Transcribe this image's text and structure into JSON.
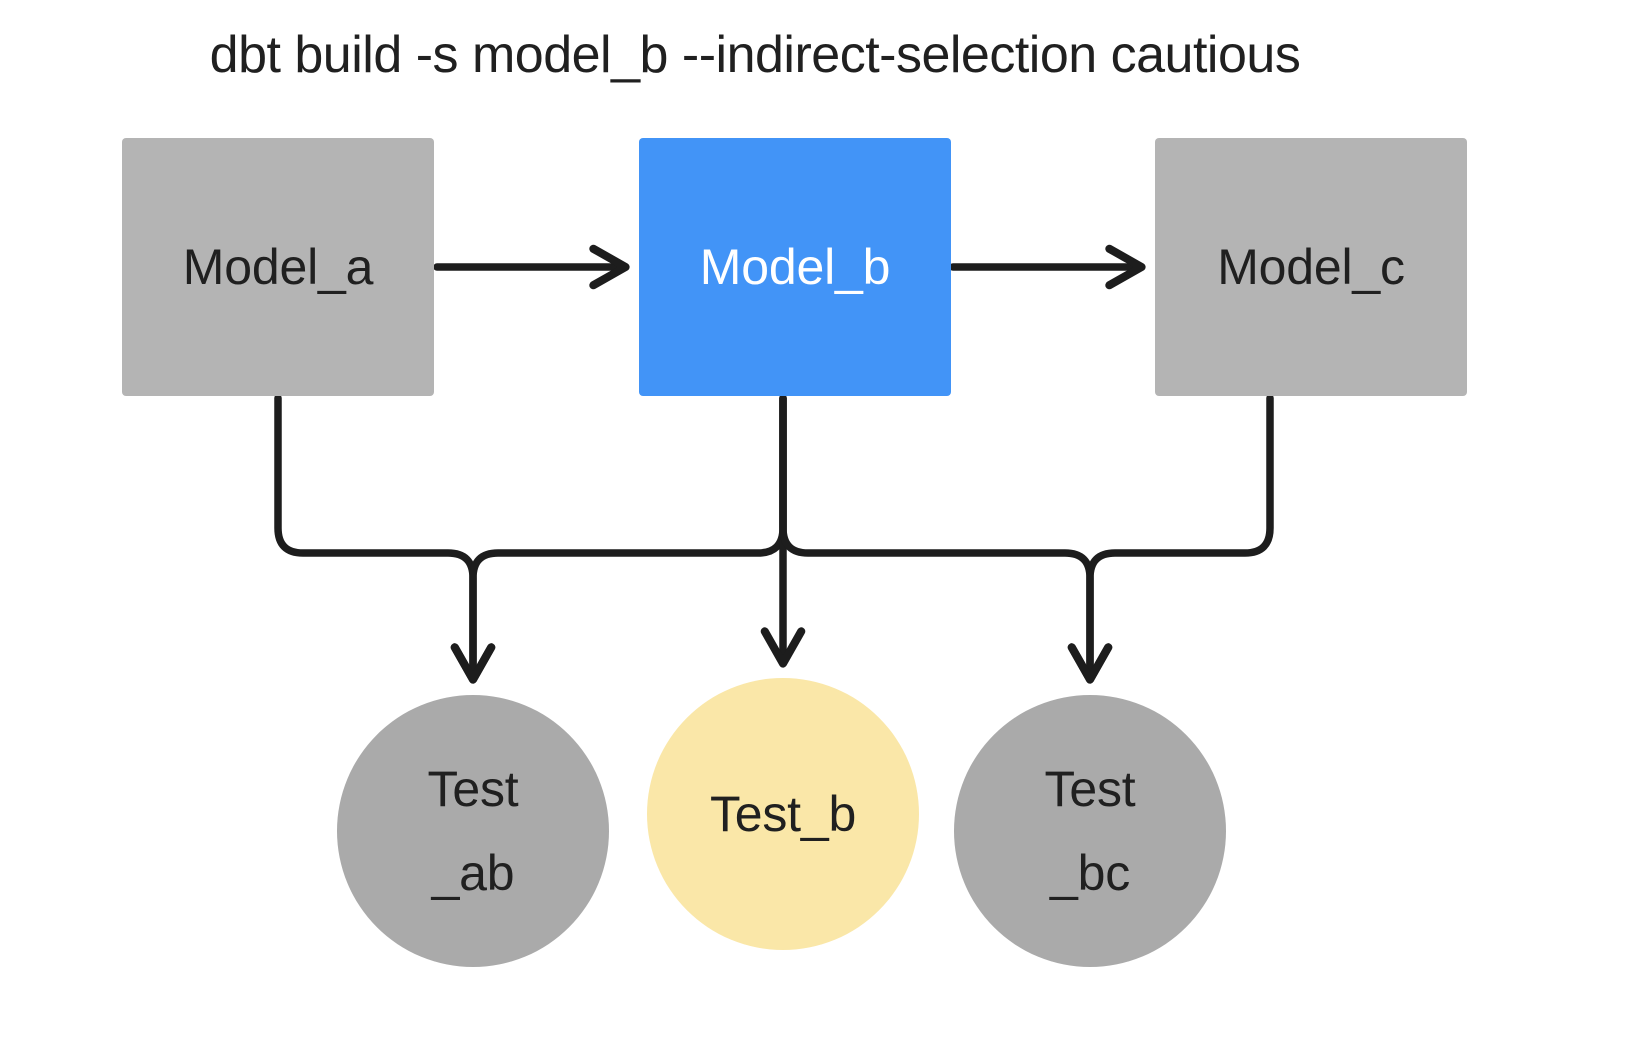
{
  "title": "dbt build -s model_b --indirect-selection cautious",
  "colors": {
    "background": "#ffffff",
    "model_default": "#b4b4b4",
    "model_selected": "#4294f7",
    "test_default": "#aaaaaa",
    "test_highlight": "#fae7a8",
    "edge": "#1d1d1d",
    "text_dark": "#202020",
    "text_light": "#ffffff"
  },
  "nodes": {
    "models": [
      {
        "id": "model_a",
        "label": "Model_a",
        "state": "unselected",
        "fill": "#b4b4b4",
        "text_color": "#202020"
      },
      {
        "id": "model_b",
        "label": "Model_b",
        "state": "selected",
        "fill": "#4294f7",
        "text_color": "#ffffff"
      },
      {
        "id": "model_c",
        "label": "Model_c",
        "state": "unselected",
        "fill": "#b4b4b4",
        "text_color": "#202020"
      }
    ],
    "tests": [
      {
        "id": "test_ab",
        "label_line1": "Test",
        "label_line2": "_ab",
        "state": "unselected",
        "fill": "#aaaaaa"
      },
      {
        "id": "test_b",
        "label_line1": "Test_b",
        "label_line2": "",
        "state": "selected",
        "fill": "#fae7a8"
      },
      {
        "id": "test_bc",
        "label_line1": "Test",
        "label_line2": "_bc",
        "state": "unselected",
        "fill": "#aaaaaa"
      }
    ]
  },
  "chart_data": {
    "type": "diagram",
    "title": "dbt build -s model_b --indirect-selection cautious",
    "nodes": [
      {
        "id": "model_a",
        "label": "Model_a",
        "shape": "rect",
        "fill": "#b4b4b4"
      },
      {
        "id": "model_b",
        "label": "Model_b",
        "shape": "rect",
        "fill": "#4294f7"
      },
      {
        "id": "model_c",
        "label": "Model_c",
        "shape": "rect",
        "fill": "#b4b4b4"
      },
      {
        "id": "test_ab",
        "label": "Test_ab",
        "shape": "circle",
        "fill": "#aaaaaa"
      },
      {
        "id": "test_b",
        "label": "Test_b",
        "shape": "circle",
        "fill": "#fae7a8"
      },
      {
        "id": "test_bc",
        "label": "Test_bc",
        "shape": "circle",
        "fill": "#aaaaaa"
      }
    ],
    "edges": [
      {
        "from": "model_a",
        "to": "model_b",
        "style": "arrow"
      },
      {
        "from": "model_b",
        "to": "model_c",
        "style": "arrow"
      },
      {
        "from": "model_a",
        "to": "test_ab",
        "style": "elbow-arrow"
      },
      {
        "from": "model_b",
        "to": "test_ab",
        "style": "elbow-arrow"
      },
      {
        "from": "model_b",
        "to": "test_b",
        "style": "arrow"
      },
      {
        "from": "model_b",
        "to": "test_bc",
        "style": "elbow-arrow"
      },
      {
        "from": "model_c",
        "to": "test_bc",
        "style": "elbow-arrow"
      }
    ]
  }
}
